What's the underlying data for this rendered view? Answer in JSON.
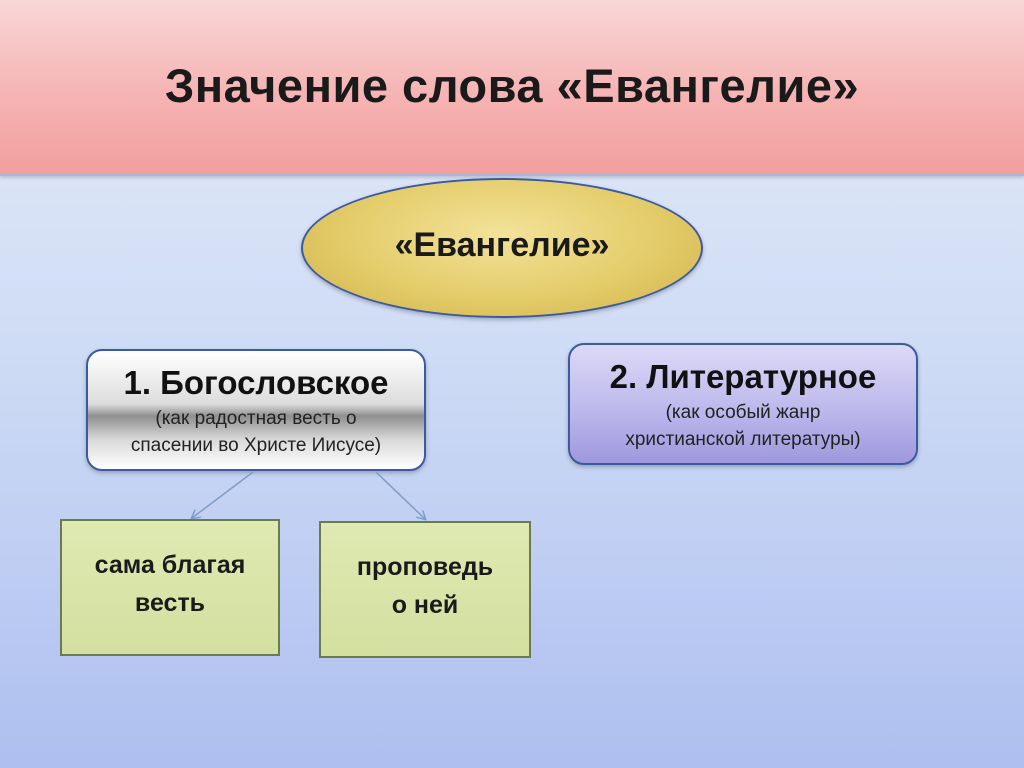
{
  "slide": {
    "title": "Значение слова «Евангелие»"
  },
  "center_node": {
    "label": "«Евангелие»"
  },
  "meanings": [
    {
      "title": "1. Богословское",
      "description": "(как радостная весть о спасении во Христе Иисусе)"
    },
    {
      "title": "2. Литературное",
      "description": "(как особый жанр христианской литературы)"
    }
  ],
  "subitems": [
    {
      "label": "сама благая\nвесть"
    },
    {
      "label": "проповедь\nо ней"
    }
  ],
  "colors": {
    "title_band": "#f6b3b3",
    "center_ellipse": "#e4cc6a",
    "theological_box": "#c0c0c0",
    "literary_box": "#bdb8ec",
    "leaf_box": "#d8e3a8",
    "border_blue": "#3b5aa0",
    "connector": "#7f9cc9"
  }
}
